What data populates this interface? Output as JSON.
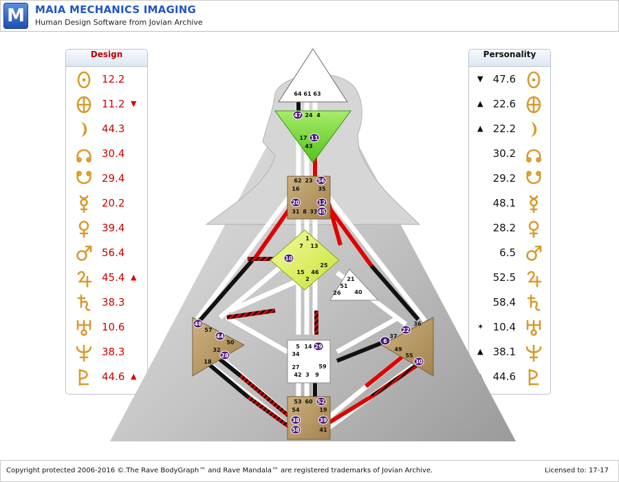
{
  "app": {
    "logo_letter": "M",
    "title": "MAIA MECHANICS IMAGING",
    "subtitle": "Human Design Software from Jovian Archive"
  },
  "design": {
    "header": "Design",
    "color": "#d00000",
    "rows": [
      {
        "planet": "sun-icon",
        "value": "12.2",
        "mark": ""
      },
      {
        "planet": "earth-icon",
        "value": "11.2",
        "mark": "▼"
      },
      {
        "planet": "moon-icon",
        "value": "44.3",
        "mark": ""
      },
      {
        "planet": "north-node-icon",
        "value": "30.4",
        "mark": ""
      },
      {
        "planet": "south-node-icon",
        "value": "29.4",
        "mark": ""
      },
      {
        "planet": "mercury-icon",
        "value": "20.2",
        "mark": ""
      },
      {
        "planet": "venus-icon",
        "value": "39.4",
        "mark": ""
      },
      {
        "planet": "mars-icon",
        "value": "56.4",
        "mark": ""
      },
      {
        "planet": "jupiter-icon",
        "value": "45.4",
        "mark": "▲"
      },
      {
        "planet": "saturn-icon",
        "value": "38.3",
        "mark": ""
      },
      {
        "planet": "uranus-icon",
        "value": "10.6",
        "mark": ""
      },
      {
        "planet": "neptune-icon",
        "value": "38.3",
        "mark": ""
      },
      {
        "planet": "pluto-icon",
        "value": "44.6",
        "mark": "▲"
      }
    ]
  },
  "personality": {
    "header": "Personality",
    "color": "#111111",
    "rows": [
      {
        "planet": "sun-icon",
        "value": "47.6",
        "mark": "▼"
      },
      {
        "planet": "earth-icon",
        "value": "22.6",
        "mark": "▲"
      },
      {
        "planet": "moon-icon",
        "value": "22.2",
        "mark": "▲"
      },
      {
        "planet": "north-node-icon",
        "value": "30.2",
        "mark": ""
      },
      {
        "planet": "south-node-icon",
        "value": "29.2",
        "mark": ""
      },
      {
        "planet": "mercury-icon",
        "value": "48.1",
        "mark": ""
      },
      {
        "planet": "venus-icon",
        "value": "28.2",
        "mark": ""
      },
      {
        "planet": "mars-icon",
        "value": "6.5",
        "mark": ""
      },
      {
        "planet": "jupiter-icon",
        "value": "52.5",
        "mark": ""
      },
      {
        "planet": "saturn-icon",
        "value": "58.4",
        "mark": ""
      },
      {
        "planet": "uranus-icon",
        "value": "10.4",
        "mark": "✶"
      },
      {
        "planet": "neptune-icon",
        "value": "38.1",
        "mark": "▲"
      },
      {
        "planet": "pluto-icon",
        "value": "44.6",
        "mark": "▲"
      }
    ]
  },
  "bodygraph": {
    "head": {
      "gates": [
        "64",
        "61",
        "63"
      ]
    },
    "ajna": {
      "gates": [
        "47",
        "24",
        "4",
        "17",
        "11",
        "43"
      ],
      "activated": [
        "47",
        "11"
      ]
    },
    "throat": {
      "gates": [
        "62",
        "23",
        "56",
        "16",
        "35",
        "20",
        "12",
        "31",
        "8",
        "33",
        "45"
      ],
      "activated": [
        "56",
        "20",
        "12",
        "45"
      ]
    },
    "g": {
      "gates": [
        "1",
        "7",
        "13",
        "10",
        "25",
        "15",
        "46",
        "2"
      ],
      "activated": [
        "10"
      ]
    },
    "heart": {
      "gates": [
        "21",
        "51",
        "26",
        "40"
      ]
    },
    "spleen": {
      "gates": [
        "48",
        "57",
        "44",
        "50",
        "28",
        "32",
        "18"
      ],
      "activated": [
        "48",
        "44",
        "28"
      ]
    },
    "solar_plexus": {
      "gates": [
        "36",
        "22",
        "37",
        "6",
        "49",
        "55",
        "30"
      ],
      "activated": [
        "22",
        "6",
        "30"
      ]
    },
    "sacral": {
      "gates": [
        "5",
        "14",
        "29",
        "34",
        "59",
        "27",
        "42",
        "3",
        "9"
      ],
      "activated": [
        "29"
      ]
    },
    "root": {
      "gates": [
        "53",
        "60",
        "52",
        "54",
        "19",
        "38",
        "39",
        "58",
        "41"
      ],
      "activated": [
        "52",
        "38",
        "39",
        "58"
      ]
    },
    "colors": {
      "design": "#e00000",
      "personality": "#000000",
      "activation": "#4b1678",
      "defined_center": "#b89a6a",
      "ajna": "#7ddc3a",
      "g_center": "#dcf050"
    }
  },
  "footer": {
    "copyright": "Copyright protected 2006-2016 ©.The Rave BodyGraph™ and Rave Mandala™ are registered trademarks of Jovian Archive.",
    "license": "Licensed to: 17-17"
  }
}
